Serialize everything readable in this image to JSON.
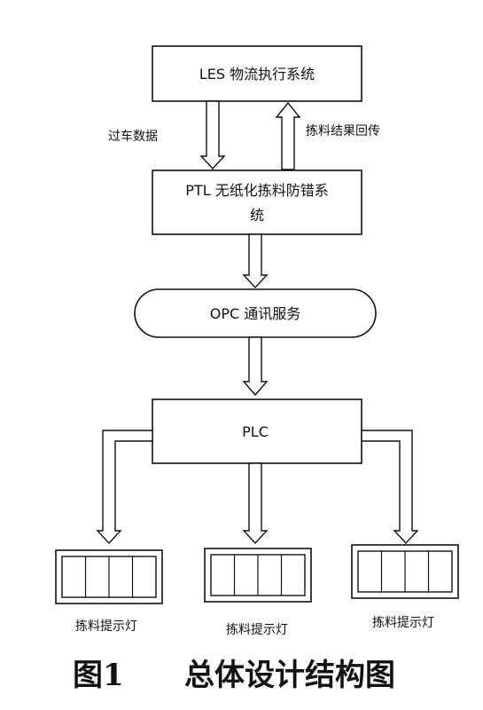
{
  "diagram": {
    "nodes": {
      "les": "LES 物流执行系统",
      "ptl_line1": "PTL 无纸化拣料防错系",
      "ptl_line2": "统",
      "opc": "OPC 通讯服务",
      "plc": "PLC"
    },
    "edges": {
      "down": "过车数据",
      "up": "拣料结果回传"
    },
    "lights": [
      "拣料提示灯",
      "拣料提示灯",
      "拣料提示灯"
    ]
  },
  "caption": {
    "figure_no": "图1",
    "title": "总体设计结构图"
  }
}
